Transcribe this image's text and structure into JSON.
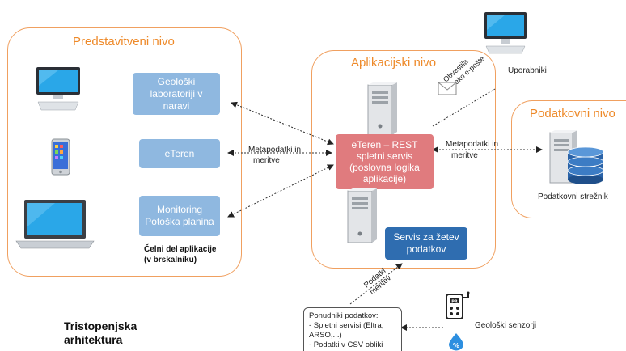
{
  "tiers": {
    "presentation": "Predstavitveni nivo",
    "application": "Aplikacijski nivo",
    "data": "Podatkovni nivo"
  },
  "presentation_boxes": [
    "Geološki laboratoriji v naravi",
    "eTeren",
    "Monitoring Potoška planina"
  ],
  "frontend_label": [
    "Čelni del aplikacije",
    "(v brskalniku)"
  ],
  "app": {
    "rest_service": [
      "eTeren – REST",
      "spletni servis",
      "(poslovna logika",
      "aplikacije)"
    ],
    "collection_service": [
      "Servis za žetev",
      "podatkov"
    ]
  },
  "edges": {
    "metadata_left": [
      "Metapodatki in",
      "meritve"
    ],
    "metadata_right": [
      "Metapodatki in",
      "meritve"
    ],
    "notifications": [
      "Obvestila",
      "preko e-pošte"
    ],
    "measurement_data": [
      "Podatki",
      "meritev"
    ]
  },
  "users_label": "Uporabniki",
  "server_label": "Podatkovni strežnik",
  "providers": {
    "title": "Ponudniki podatkov:",
    "items": [
      "- Spletni servisi (Eltra,",
      "ARSO,...)",
      "- Podatki v CSV obliki"
    ]
  },
  "sensors_label": "Geološki senzorji",
  "sensor_badge": "PR",
  "architecture_title": [
    "Tristopenjska",
    "arhitektura"
  ],
  "colors": {
    "tier_border": "#f0a060",
    "tier_title": "#ee8a2a",
    "presentation_box": "#8fb8e0",
    "rest_box": "#e07b7e",
    "collection_box": "#2f6db0"
  }
}
